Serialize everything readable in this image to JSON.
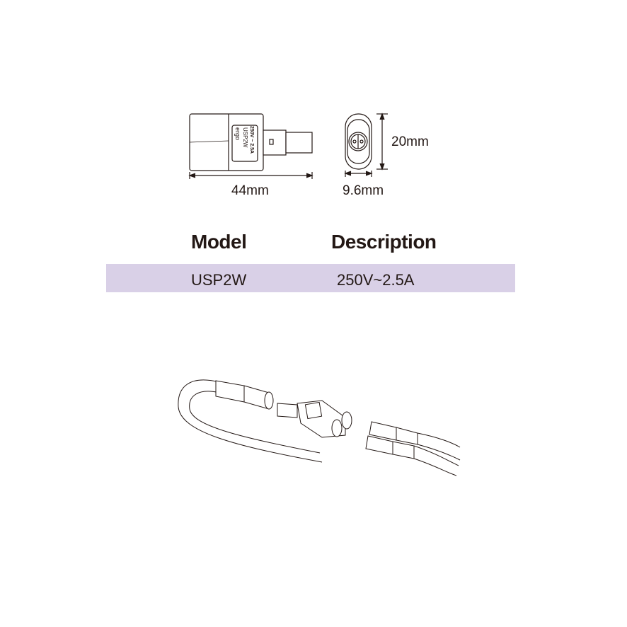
{
  "dimensions": {
    "length": "44mm",
    "width": "9.6mm",
    "height": "20mm"
  },
  "device_label": {
    "brand": "ergo",
    "model": "USP2W",
    "rating": "250V ~ 2.5A"
  },
  "table": {
    "headers": [
      "Model",
      "Description"
    ],
    "rows": [
      {
        "model": "USP2W",
        "description": "250V~2.5A"
      }
    ],
    "band_color": "#d9d0e7"
  }
}
